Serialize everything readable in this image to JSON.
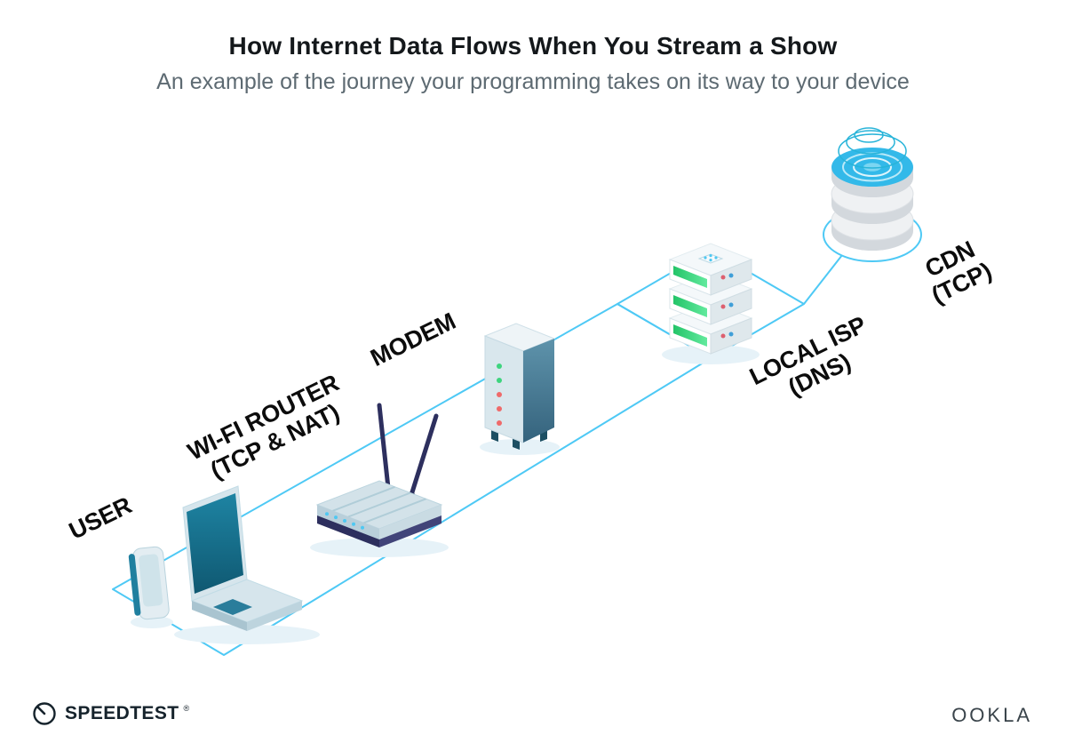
{
  "header": {
    "title": "How Internet Data Flows When You Stream a Show",
    "subtitle": "An example of the journey your programming takes on its way to your device"
  },
  "diagram": {
    "nodes": [
      {
        "id": "user",
        "label": "USER"
      },
      {
        "id": "wifi-router",
        "label": "WI-FI ROUTER",
        "sublabel": "(TCP & NAT)"
      },
      {
        "id": "modem",
        "label": "MODEM"
      },
      {
        "id": "local-isp",
        "label": "LOCAL ISP",
        "sublabel": "(DNS)"
      },
      {
        "id": "cdn",
        "label": "CDN",
        "sublabel": "(TCP)"
      }
    ],
    "colors": {
      "connection_line": "#4ec9f5",
      "device_teal": "#177390",
      "device_light": "#d6e5ec",
      "router_base_navy": "#2d2f5e",
      "server_green": "#36d57d",
      "led_green": "#3ed47e",
      "led_red": "#ef6a6a",
      "cdn_cyan": "#33b9e9",
      "label_text": "#0c0c0c"
    }
  },
  "footer": {
    "speedtest_label": "SPEEDTEST",
    "speedtest_mark": "®",
    "ookla_label": "OOKLA"
  }
}
